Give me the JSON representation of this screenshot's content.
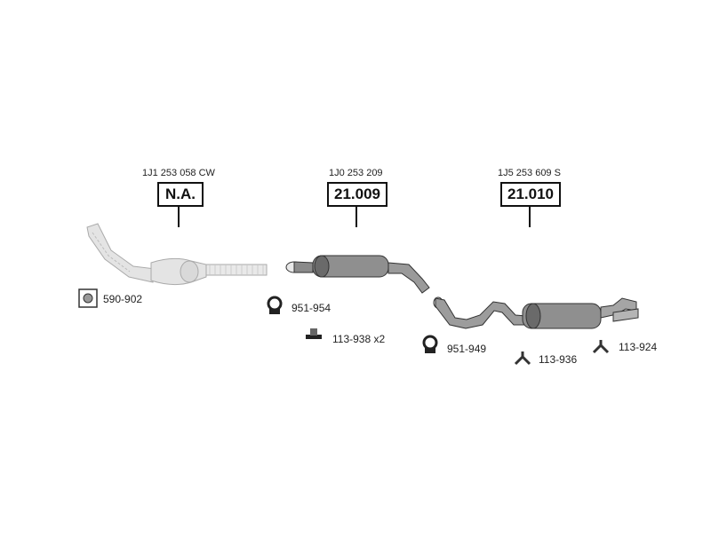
{
  "parts": [
    {
      "ref": "1J1 253 058 CW",
      "code": "N.A."
    },
    {
      "ref": "1J0 253 209",
      "code": "21.009"
    },
    {
      "ref": "1J5 253 609 S",
      "code": "21.010"
    }
  ],
  "accessories": [
    {
      "label": "590-902",
      "icon": "gasket-icon"
    },
    {
      "label": "951-954",
      "icon": "clamp-icon"
    },
    {
      "label": "113-938 x2",
      "icon": "rubber-mount-icon"
    },
    {
      "label": "951-949",
      "icon": "clamp-icon"
    },
    {
      "label": "113-936",
      "icon": "hanger-icon"
    },
    {
      "label": "113-924",
      "icon": "hanger-icon"
    }
  ],
  "colors": {
    "line": "#111111",
    "part_fill": "#9a9a9a",
    "part_dark": "#555555"
  }
}
